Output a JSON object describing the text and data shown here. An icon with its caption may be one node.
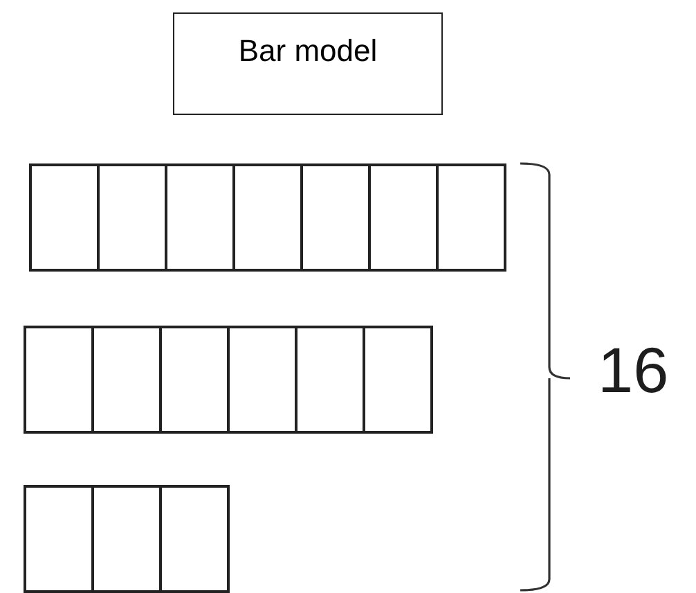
{
  "diagram": {
    "nodes": [
      {
        "text": [
          "Bar model"
        ]
      },
      {
        "text": [],
        "shape": "box"
      },
      {
        "text": [],
        "shape": "box"
      },
      {
        "text": [],
        "shape": "box"
      },
      {
        "text": [],
        "shape": "box"
      },
      {
        "text": [],
        "shape": "box"
      },
      {
        "text": [],
        "shape": "box"
      },
      {
        "text": [],
        "shape": "box"
      },
      {
        "text": [],
        "shape": "box"
      },
      {
        "text": [],
        "shape": "box"
      },
      {
        "text": [],
        "shape": "box"
      },
      {
        "text": [],
        "shape": "box"
      },
      {
        "text": [],
        "shape": "box"
      },
      {
        "text": [],
        "shape": "box"
      },
      {
        "text": [],
        "shape": "box"
      },
      {
        "text": [],
        "shape": "box"
      },
      {
        "text": [],
        "shape": "box"
      }
    ],
    "labels": [
      "16"
    ]
  }
}
